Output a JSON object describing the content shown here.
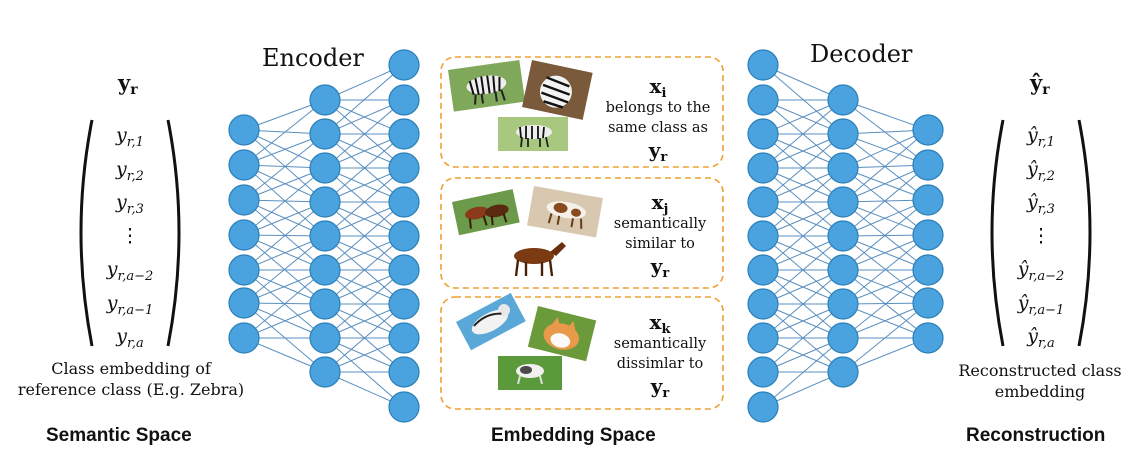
{
  "encoder": {
    "title": "Encoder"
  },
  "decoder": {
    "title": "Decoder"
  },
  "semantic": {
    "vector_name": "yr",
    "entries": [
      "y_{r,1}",
      "y_{r,2}",
      "y_{r,3}",
      "⋮",
      "y_{r,a−2}",
      "y_{r,a−1}",
      "y_{r,a}"
    ],
    "caption_line1": "Class embedding of",
    "caption_line2": "reference class (E.g. Zebra)",
    "section": "Semantic Space"
  },
  "embedding": {
    "section": "Embedding Space",
    "boxes": [
      {
        "var": "xi",
        "lines": [
          "belongs to the",
          "same class as"
        ],
        "ref": "yr"
      },
      {
        "var": "xj",
        "lines": [
          "semantically",
          "similar to"
        ],
        "ref": "yr"
      },
      {
        "var": "xk",
        "lines": [
          "semantically",
          "dissimlar to"
        ],
        "ref": "yr"
      }
    ]
  },
  "reconstruction": {
    "vector_name": "ŷr",
    "entries": [
      "ŷ_{r,1}",
      "ŷ_{r,2}",
      "ŷ_{r,3}",
      "⋮",
      "ŷ_{r,a−2}",
      "ŷ_{r,a−1}",
      "ŷ_{r,a}"
    ],
    "caption_line1": "Reconstructed class",
    "caption_line2": "embedding",
    "section": "Reconstruction"
  },
  "colors": {
    "node_fill": "#4aa3df",
    "node_stroke": "#2a7fb8",
    "edge": "#5a8fc0",
    "box_border": "#f0a030"
  }
}
